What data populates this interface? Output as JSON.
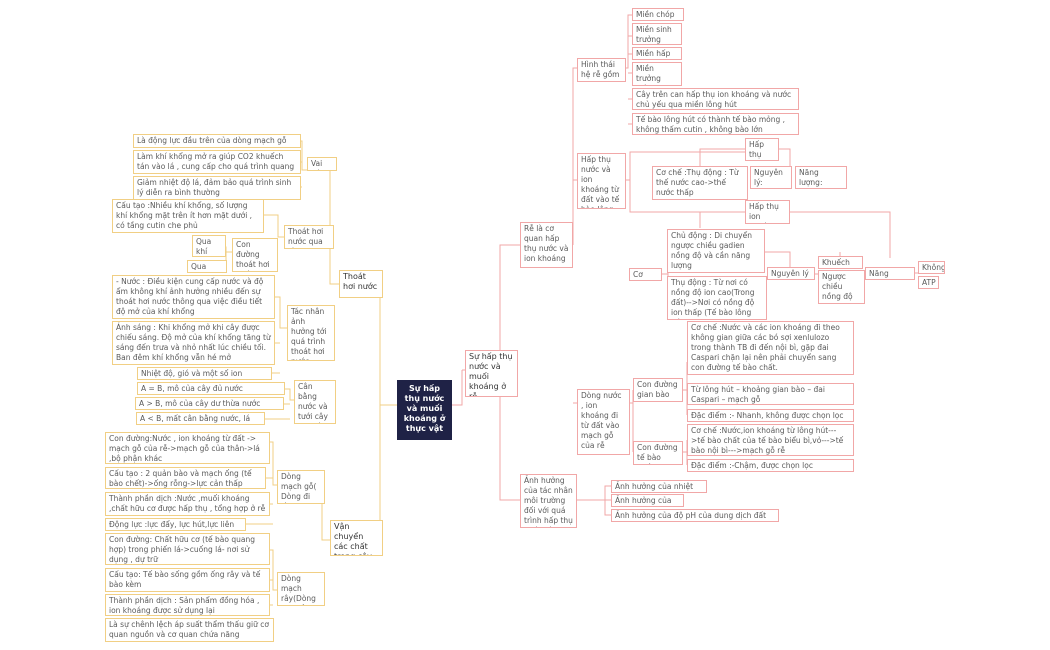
{
  "colors": {
    "root_bg": "#1f2246",
    "left_line": "#f1cf84",
    "right_line": "#f1a7a7"
  },
  "root": "Sự hấp thụ nước và muối khoáng ở thực vật",
  "left": {
    "thoat_hoi_nuoc": {
      "label": "Thoát hơi nước",
      "vai_tro": {
        "label": "Vai trò",
        "items": [
          "Là động lực đầu trên của dòng mạch gỗ",
          "Làm khí khổng mở ra giúp CO2 khuếch tán vào lá , cung cấp cho quá trình quang hợp",
          "Giảm nhiệt độ lá, đảm bảo quá trình sinh lý diễn ra bình thường"
        ]
      },
      "qua_la": {
        "label": "Thoát hơi nước qua lá",
        "cau_tao": "Cấu tạo :Nhiều khí khổng, số lượng khí khổng mặt trên ít hơn mặt dưới , có tầng cutin che phủ",
        "con_duong": {
          "label": "Con đường thoát hơi nước:",
          "items": [
            "Qua khí khổng",
            "Qua cutin"
          ]
        }
      },
      "tac_nhan": {
        "label": "Tác nhân ảnh hưởng tới quá trình thoát hơi nước",
        "items": [
          "- Nước : Điều kiện cung cấp nước và độ ẩm không khí ảnh hưởng nhiều đến sự thoát hơi nước thông qua việc điều tiết độ mở của khí khổng",
          "Ánh sáng : Khi khổng mở khi cây được chiếu sáng. Độ mở của khí khổng tăng từ sáng đến trưa và nhỏ nhất lúc chiều tối. Ban đêm khí khổng vẫn hé mở",
          "Nhiệt độ, gió và một số ion khoáng"
        ]
      },
      "can_bang": {
        "label": "Cân bằng nước và tưới cây hợp lý",
        "items": [
          "A = B, mô của cây đủ nước",
          "A > B, mô của cây dư thừa nước",
          "A < B, mất cân bằng nước, lá héo"
        ]
      }
    },
    "van_chuyen": {
      "label": "Vận chuyển các chất trong cây",
      "mach_go": {
        "label": "Dòng mạch gỗ( Dòng đi lên )",
        "items": [
          "Con đường:Nước , ion khoáng từ đất -> mạch gỗ của rễ->mạch gỗ của thân->lá ,bộ phận khác",
          "Cấu tạo : 2 quản bào và mạch ống (tế bào chết)->ống rỗng->lực cản thấp",
          "Thành phần dịch :Nước ,muối khoáng ,chất hữu cơ được hấp thụ , tổng hợp ở rễ",
          "Động lực :lực đẩy, lực hút,lực liên kết"
        ]
      },
      "mach_ray": {
        "label": "Dòng mạch rây(Dòng đi xuống)",
        "items": [
          "Con đường: Chất hữu cơ (tế bào quang hợp) trong phiến lá->cuống lá- nơi sử dụng , dự trữ",
          "Cấu tạo: Tế bào sống gồm ống rây và tế bào kèm",
          "Thành phần dịch : Sản phẩm đồng hóa , ion khoáng được sử dụng lại",
          "Là sự chênh lệch áp suất thẩm thấu giữ cơ quan nguồn và cơ quan chứa năng"
        ]
      }
    }
  },
  "right": {
    "label": "Sự hấp thụ nước và muối khoáng ở rễ",
    "re_co_quan": {
      "label": "Rễ là cơ quan hấp thụ nước và ion khoáng",
      "hinh_thai": {
        "label": "Hình thái hệ rễ gồm",
        "items": [
          "Miền chóp rễ",
          "Miền sinh trưởng",
          "Miền hấp thụ",
          "Miền trưởng thành",
          "Cây trên can hấp thụ ion khoáng và nước chủ yếu qua miền lông hút",
          "Tế bào lông hút có thành tế bào mỏng , không thấm cutin , không bào lớn"
        ]
      },
      "hap_thu": {
        "label": "Hấp thụ nước và ion khoáng từ đất vào tế bào lông hút",
        "nuoc": {
          "label": "Hấp thụ nước",
          "co_che": "Cơ chế :Thụ động : Từ thế nước cao->thế nước thấp",
          "nguyen_ly": "Nguyên lý: Khuếch tán",
          "nang_luong": "Năng lượng: Không"
        },
        "ion": {
          "label": "Hấp thụ ion khoáng",
          "co_che": "Cơ chế :",
          "chu_dong": "Chủ động : Di chuyển ngược chiều gadien nồng độ và cần năng lượng",
          "thu_dong": "Thụ động : Từ nơi có nồng độ ion cao(Trong đất)-->Nơi có nồng độ ion thấp (Tế bào lông hút)",
          "nguyen_ly": "Nguyên lý :",
          "khuech_tan": "Khuếch tán",
          "nguoc_chieu": "Ngược chiều nồng độ",
          "nang_luong": "Năng lượng :",
          "khong": "Không",
          "atp": "ATP"
        }
      },
      "dong_nuoc": {
        "label": "Dòng nước , ion khoáng đi từ đất vào mạch gỗ của rễ",
        "gian_bao": {
          "label": "Con đường gian bào",
          "co_che": "Cơ chế :Nước và các ion khoáng đi theo không gian giữa các bó sợi xenlulozo trong thành TB đi đến nội bì, gặp đai Caspari chặn lại nên phải chuyển sang con đường tế bào chất.",
          "tu_long_hut": "Từ lông hút – khoảng gian bào – đai Caspari – mạch gỗ",
          "dac_diem": "Đặc điểm :- Nhanh, không được chọn lọc"
        },
        "te_bao_chat": {
          "label": "Con đường tế bào chất",
          "co_che": "Cơ chế :Nước,ion khoáng từ lông hút--->tế bào chất của tế bào biểu bì,vỏ--->tế bào nội bì--->mạch gỗ rễ",
          "dac_diem": "Đặc điểm :-Chậm, được chọn lọc"
        }
      }
    },
    "anh_huong": {
      "label": "Ảnh hưởng của tác nhân môi trường đối với quá trình hấp thụ nước và ion khoáng ở rễ cây",
      "items": [
        "Ảnh hưởng của nhiệt độ",
        "Ảnh hưởng của ôxi",
        "Ảnh hưởng của độ pH của dung dịch đất"
      ]
    }
  }
}
